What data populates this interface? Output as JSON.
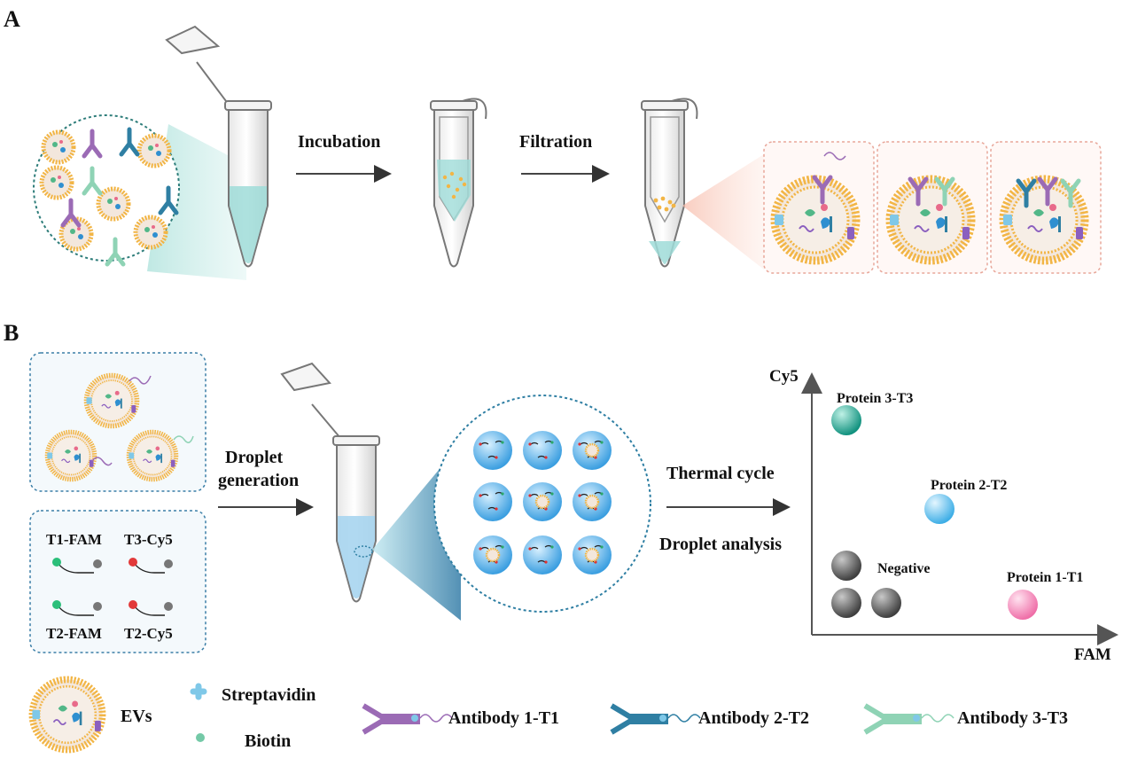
{
  "panels": {
    "a_label": "A",
    "b_label": "B"
  },
  "panel_a": {
    "step1": "Incubation",
    "step2": "Filtration"
  },
  "panel_b": {
    "step_droplet_line1": "Droplet",
    "step_droplet_line2": "generation",
    "step_thermal": "Thermal cycle",
    "step_analysis": "Droplet analysis",
    "probes": [
      "T1-FAM",
      "T3-Cy5",
      "T2-FAM",
      "T2-Cy5"
    ],
    "plot": {
      "y_axis": "Cy5",
      "x_axis": "FAM",
      "clusters": [
        {
          "label": "Protein 3-T3",
          "color": "#1aa590"
        },
        {
          "label": "Protein 2-T2",
          "color": "#4cb8ea"
        },
        {
          "label": "Negative",
          "color": "#555555"
        },
        {
          "label": "Protein 1-T1",
          "color": "#f07fb3"
        }
      ]
    }
  },
  "legend": {
    "evs": "EVs",
    "streptavidin": "Streptavidin",
    "biotin": "Biotin",
    "antibody1": "Antibody 1-T1",
    "antibody2": "Antibody 2-T2",
    "antibody3": "Antibody 3-T3"
  },
  "colors": {
    "membrane": "#f2b545",
    "ab1": "#9b6bb5",
    "ab2": "#2f7fa3",
    "ab3": "#8fd3b5",
    "liquid_a": "#9fdcd8",
    "liquid_b": "#a7d5ef"
  }
}
